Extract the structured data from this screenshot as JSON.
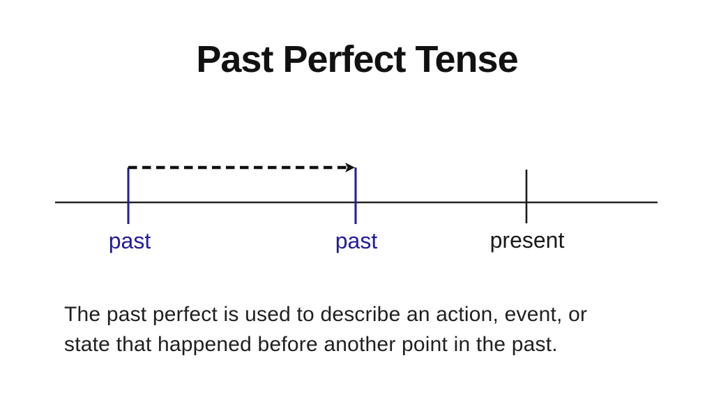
{
  "title": "Past Perfect Tense",
  "timeline": {
    "markers": [
      {
        "label": "past",
        "color": "#221c9c"
      },
      {
        "label": "past",
        "color": "#221c9c"
      },
      {
        "label": "present",
        "color": "#1a1a1a"
      }
    ],
    "arrow": {
      "from": "past",
      "to": "past",
      "style": "dashed",
      "color": "#111111"
    }
  },
  "explanation": {
    "lines": [
      "The past perfect is used to describe an action, event, or",
      "state that happened before another point in the past."
    ],
    "full_text": "The past perfect is used to describe an action, event, or state that happened before another point in the past."
  },
  "colors": {
    "background": "#ffffff",
    "title_text": "#111111",
    "body_text": "#1f1f1f",
    "timeline_line": "#222222",
    "past_accent": "#221c9c"
  }
}
